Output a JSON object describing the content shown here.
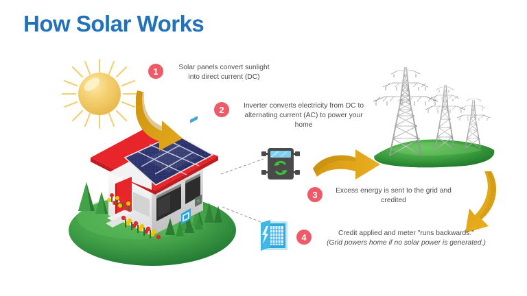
{
  "page": {
    "title": "How Solar Works",
    "background_color": "#ffffff",
    "title_color": "#2272B9",
    "badge_color": "#EE5A68",
    "body_text_color": "#4c4c4c",
    "arrow_color": "#E0A116",
    "accent_green": "#2FA84F",
    "roof_color": "#E8252B",
    "panel_color": "#2B3168"
  },
  "steps": [
    {
      "number": "1",
      "line1": "Solar panels convert sunlight",
      "line2": "into direct current (DC)",
      "line3": "",
      "italic": false
    },
    {
      "number": "2",
      "line1": "Inverter converts electricity from DC to",
      "line2": "alternating current (AC) to power your",
      "line3": "home",
      "italic": false
    },
    {
      "number": "3",
      "line1": "Excess energy is sent to the grid and",
      "line2": "credited",
      "line3": "",
      "italic": false
    },
    {
      "number": "4",
      "line1": "Credit applied and meter \"runs backwards.\"",
      "line2": "(Grid powers home if no solar power is generated.)",
      "line3": "",
      "italic": true
    }
  ],
  "illustrations": {
    "sun": "sun-icon",
    "house": "house-with-solar-panels-illustration",
    "inverter": "inverter-box-icon",
    "meter": "electric-meter-icon",
    "grid": "power-transmission-towers-illustration",
    "arrow_sun_to_roof": "curved-down-arrow-icon",
    "arrow_inverter_to_grid": "curved-right-arrow-icon",
    "arrow_grid_to_meter": "curved-down-arrow-icon",
    "connector_house_inverter": "dashed-connector-line",
    "connector_house_meter": "dashed-connector-line"
  }
}
